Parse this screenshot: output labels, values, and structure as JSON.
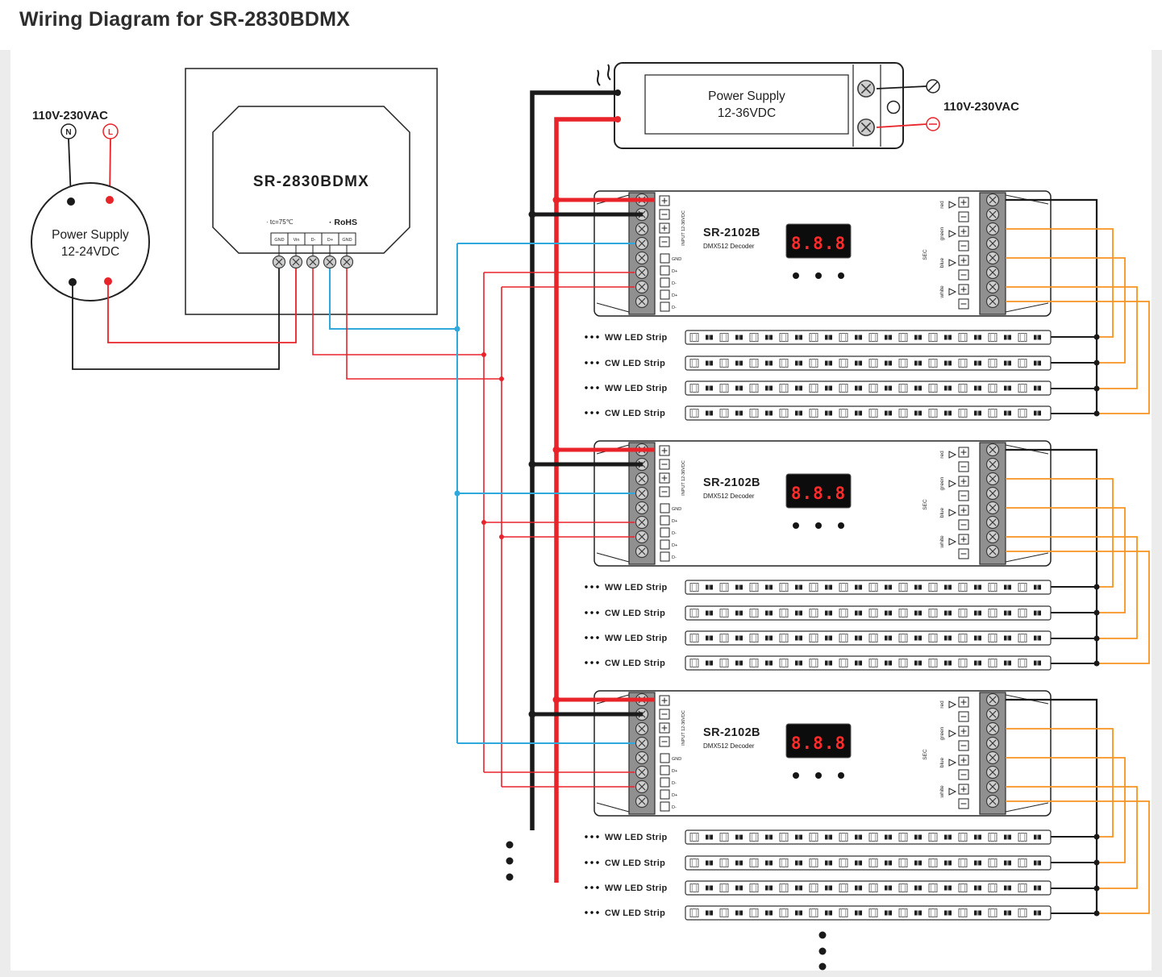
{
  "title": "Wiring Diagram for SR-2830BDMX",
  "left_supply": {
    "ac_label": "110V-230VAC",
    "neutral": "N",
    "live": "L",
    "name_line1": "Power Supply",
    "name_line2": "12-24VDC"
  },
  "master": {
    "model": "SR-2830BDMX",
    "spec_tc": "· tc=75℃",
    "spec_rohs": "· RoHS",
    "terminals": [
      "GND",
      "Vin",
      "D-",
      "D+",
      "GND"
    ]
  },
  "top_supply": {
    "name_line1": "Power Supply",
    "name_line2": "12-36VDC",
    "ac_label": "110V-230VAC"
  },
  "decoders": [
    {
      "model": "SR-2102B",
      "family": "DMX512 Decoder",
      "display": "8.8.8",
      "input_label": "INPUT 12-36VDC",
      "ports": [
        "GND",
        "D+",
        "D-",
        "D+",
        "D-"
      ],
      "channels": [
        "red",
        "green",
        "blue",
        "white"
      ],
      "sec": "SEC"
    },
    {
      "model": "SR-2102B",
      "family": "DMX512 Decoder",
      "display": "8.8.8",
      "input_label": "INPUT 12-36VDC",
      "ports": [
        "GND",
        "D+",
        "D-",
        "D+",
        "D-"
      ],
      "channels": [
        "red",
        "green",
        "blue",
        "white"
      ],
      "sec": "SEC"
    },
    {
      "model": "SR-2102B",
      "family": "DMX512 Decoder",
      "display": "8.8.8",
      "input_label": "INPUT 12-36VDC",
      "ports": [
        "GND",
        "D+",
        "D-",
        "D+",
        "D-"
      ],
      "channels": [
        "red",
        "green",
        "blue",
        "white"
      ],
      "sec": "SEC"
    }
  ],
  "strips": {
    "labels": [
      "WW LED Strip",
      "CW LED Strip",
      "WW LED Strip",
      "CW LED Strip"
    ]
  },
  "colors": {
    "wire_black": "#1a1a1a",
    "wire_red": "#e8232a",
    "wire_blue": "#2fa8dc",
    "wire_orange": "#f79421",
    "display_red": "#ff2a2a"
  }
}
